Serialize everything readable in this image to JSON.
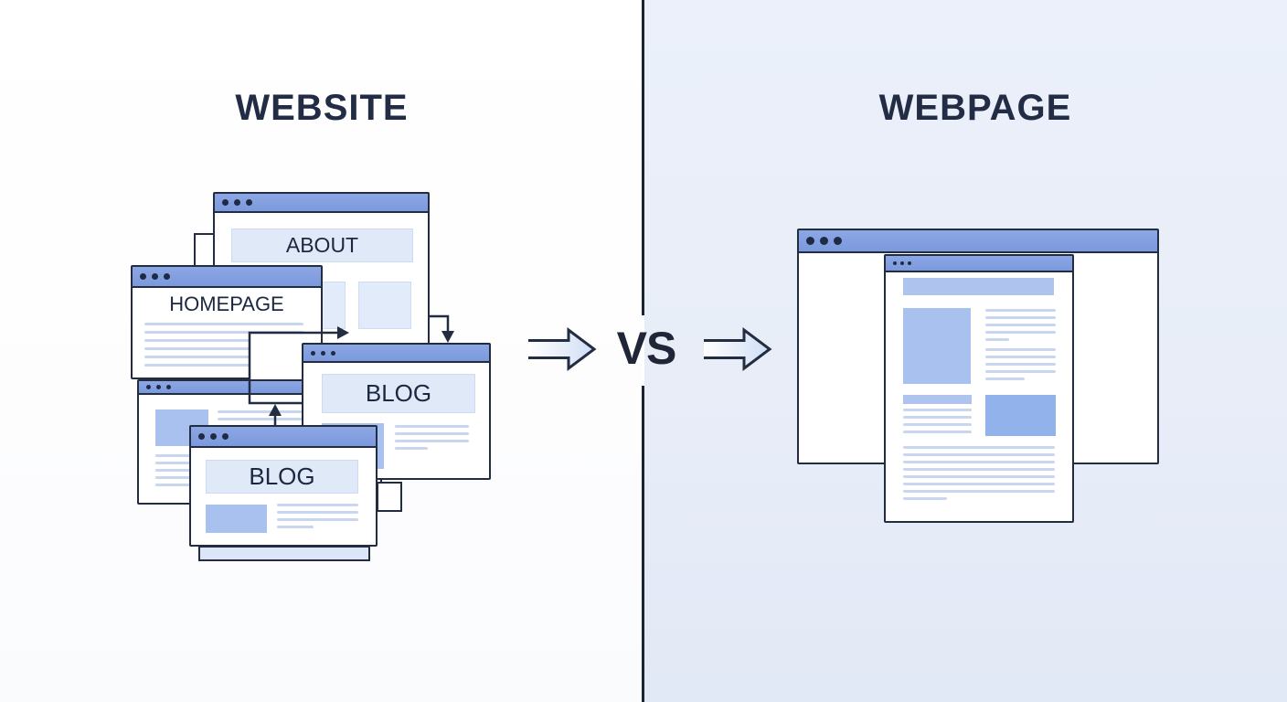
{
  "comparison": {
    "left_title": "WEBSITE",
    "right_title": "WEBPAGE",
    "vs_label": "VS"
  },
  "website_diagram": {
    "windows": [
      {
        "id": "about",
        "label": "ABOUT"
      },
      {
        "id": "homepage",
        "label": "HOMEPAGE"
      },
      {
        "id": "blog-right",
        "label": "BLOG"
      },
      {
        "id": "blog-bottom",
        "label": "BLOG"
      }
    ]
  },
  "icons": {
    "window_controls": "three-dots",
    "flow_arrow": "right-block-arrow",
    "link_arrows": [
      "right-arrow",
      "down-arrow",
      "up-arrow"
    ]
  },
  "colors": {
    "titlebar_blue": "#7f9cdd",
    "outline_navy": "#232d42",
    "light_blue_box": "#dfe9f8",
    "medium_blue": "#a9c1ee",
    "strong_blue": "#92b2ec",
    "text_line_blue": "#c9d6ef",
    "right_panel_bg": "#e8edf8",
    "title_text": "#222d45"
  }
}
